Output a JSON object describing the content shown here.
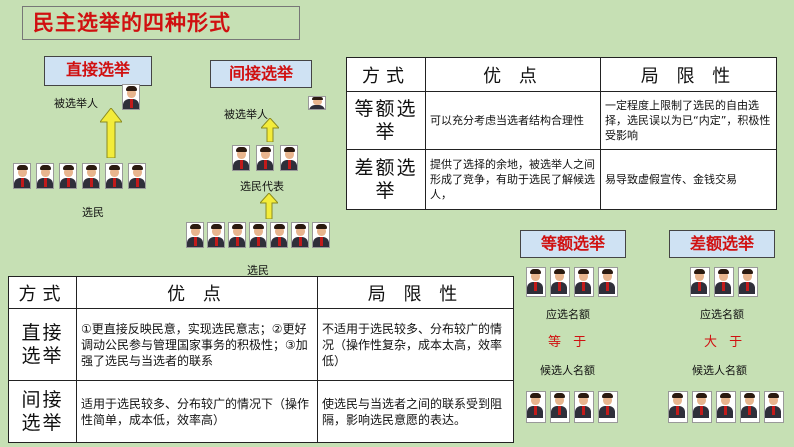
{
  "title": "民主选举的四种形式",
  "direct_label": "直接选举",
  "indirect_label": "间接选举",
  "diagram": {
    "elected": "被选举人",
    "voters": "选民",
    "representatives": "选民代表"
  },
  "top_table": {
    "headers": [
      "方式",
      "优 点",
      "局 限 性"
    ],
    "rows": [
      {
        "name": "等额选举",
        "pros": "可以充分考虑当选者结构合理性",
        "cons": "一定程度上限制了选民的自由选择，选民误以为已“内定”，积极性受影响"
      },
      {
        "name": "差额选举",
        "pros": "提供了选择的余地，被选举人之间形成了竞争，有助于选民了解候选人，",
        "cons": "易导致虚假宣传、金钱交易"
      }
    ]
  },
  "bottom_table": {
    "headers": [
      "方式",
      "优 点",
      "局 限 性"
    ],
    "rows": [
      {
        "name": "直接选举",
        "pros": "①更直接反映民意，实现选民意志；②更好调动公民参与管理国家事务的积极性；③加强了选民与当选者的联系",
        "cons": "不适用于选民较多、分布较广的情况（操作性复杂，成本太高，效率低）"
      },
      {
        "name": "间接选举",
        "pros": "适用于选民较多、分布较广的情况下（操作性简单，成本低，效率高）",
        "cons": "使选民与当选者之间的联系受到阻隔，影响选民意愿的表达。"
      }
    ]
  },
  "equal": {
    "label": "等额选举",
    "seats": "应选名额",
    "relation": "等 于",
    "candidates": "候选人名额"
  },
  "multi": {
    "label": "差额选举",
    "seats": "应选名额",
    "relation": "大 于",
    "candidates": "候选人名额"
  }
}
